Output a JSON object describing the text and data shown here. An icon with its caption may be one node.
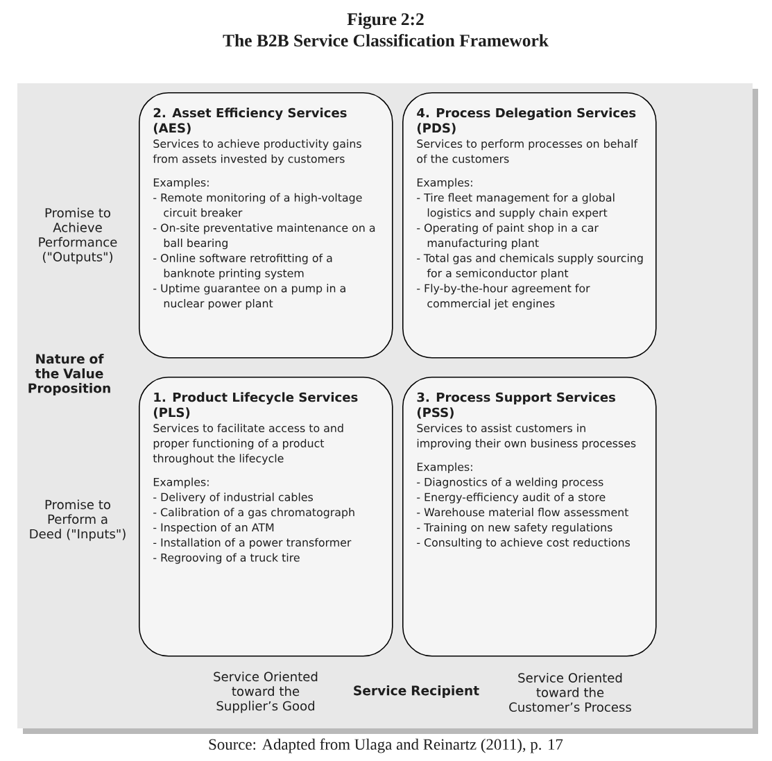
{
  "diagram": {
    "title": "The B2B Service Classification Framework",
    "caption": "Source: Adapted from Ulaga and Reinartz (2011), p. 17",
    "nodes": [
      {
        "text": [
          "2. Asset Efficiency Services (AES)",
          "Services to achieve productivity gains from assets invested by customers",
          "Examples:",
          "- Remote monitoring of a high-voltage circuit breaker",
          "- On-site preventative maintenance on a ball bearing",
          "- Online software retrofitting of a banknote printing system",
          "- Uptime guarantee on a pump in a nuclear power plant"
        ]
      },
      {
        "text": [
          "4. Process Delegation Services (PDS)",
          "Services to perform processes on behalf of the customers",
          "Examples:",
          "- Tire fleet management for a global logistics and supply chain expert",
          "- Operating of paint shop in a car manufacturing plant",
          "- Total gas and chemicals supply sourcing for a semiconductor plant",
          "- Fly-by-the-hour agreement for commercial jet engines"
        ]
      },
      {
        "text": [
          "1. Product Lifecycle Services (PLS)",
          "Services to facilitate access to and proper functioning of a product throughout the lifecycle",
          "Examples:",
          "- Delivery of industrial cables",
          "- Calibration of a gas chromatograph",
          "- Inspection of an ATM",
          "- Installation of a power transformer",
          "- Regrooving of a truck tire"
        ]
      },
      {
        "text": [
          "3. Process Support Services (PSS)",
          "Services to assist customers in improving their own business processes",
          "Examples:",
          "- Diagnostics of a welding process",
          "- Energy-efficiency audit of a store",
          "- Warehouse material flow assessment",
          "- Training on new safety regulations",
          "- Consulting to achieve cost reductions"
        ]
      }
    ],
    "edges": [],
    "labels": [
      "Figure 2:2",
      "Promise to Achieve Performance (\"Outputs\")",
      "Nature of the Value Proposition",
      "Promise to Perform a Deed (\"Inputs\")",
      "Service Oriented toward the Supplier’s Good",
      "Service Recipient",
      "Service Oriented toward the Customer’s Process"
    ]
  }
}
